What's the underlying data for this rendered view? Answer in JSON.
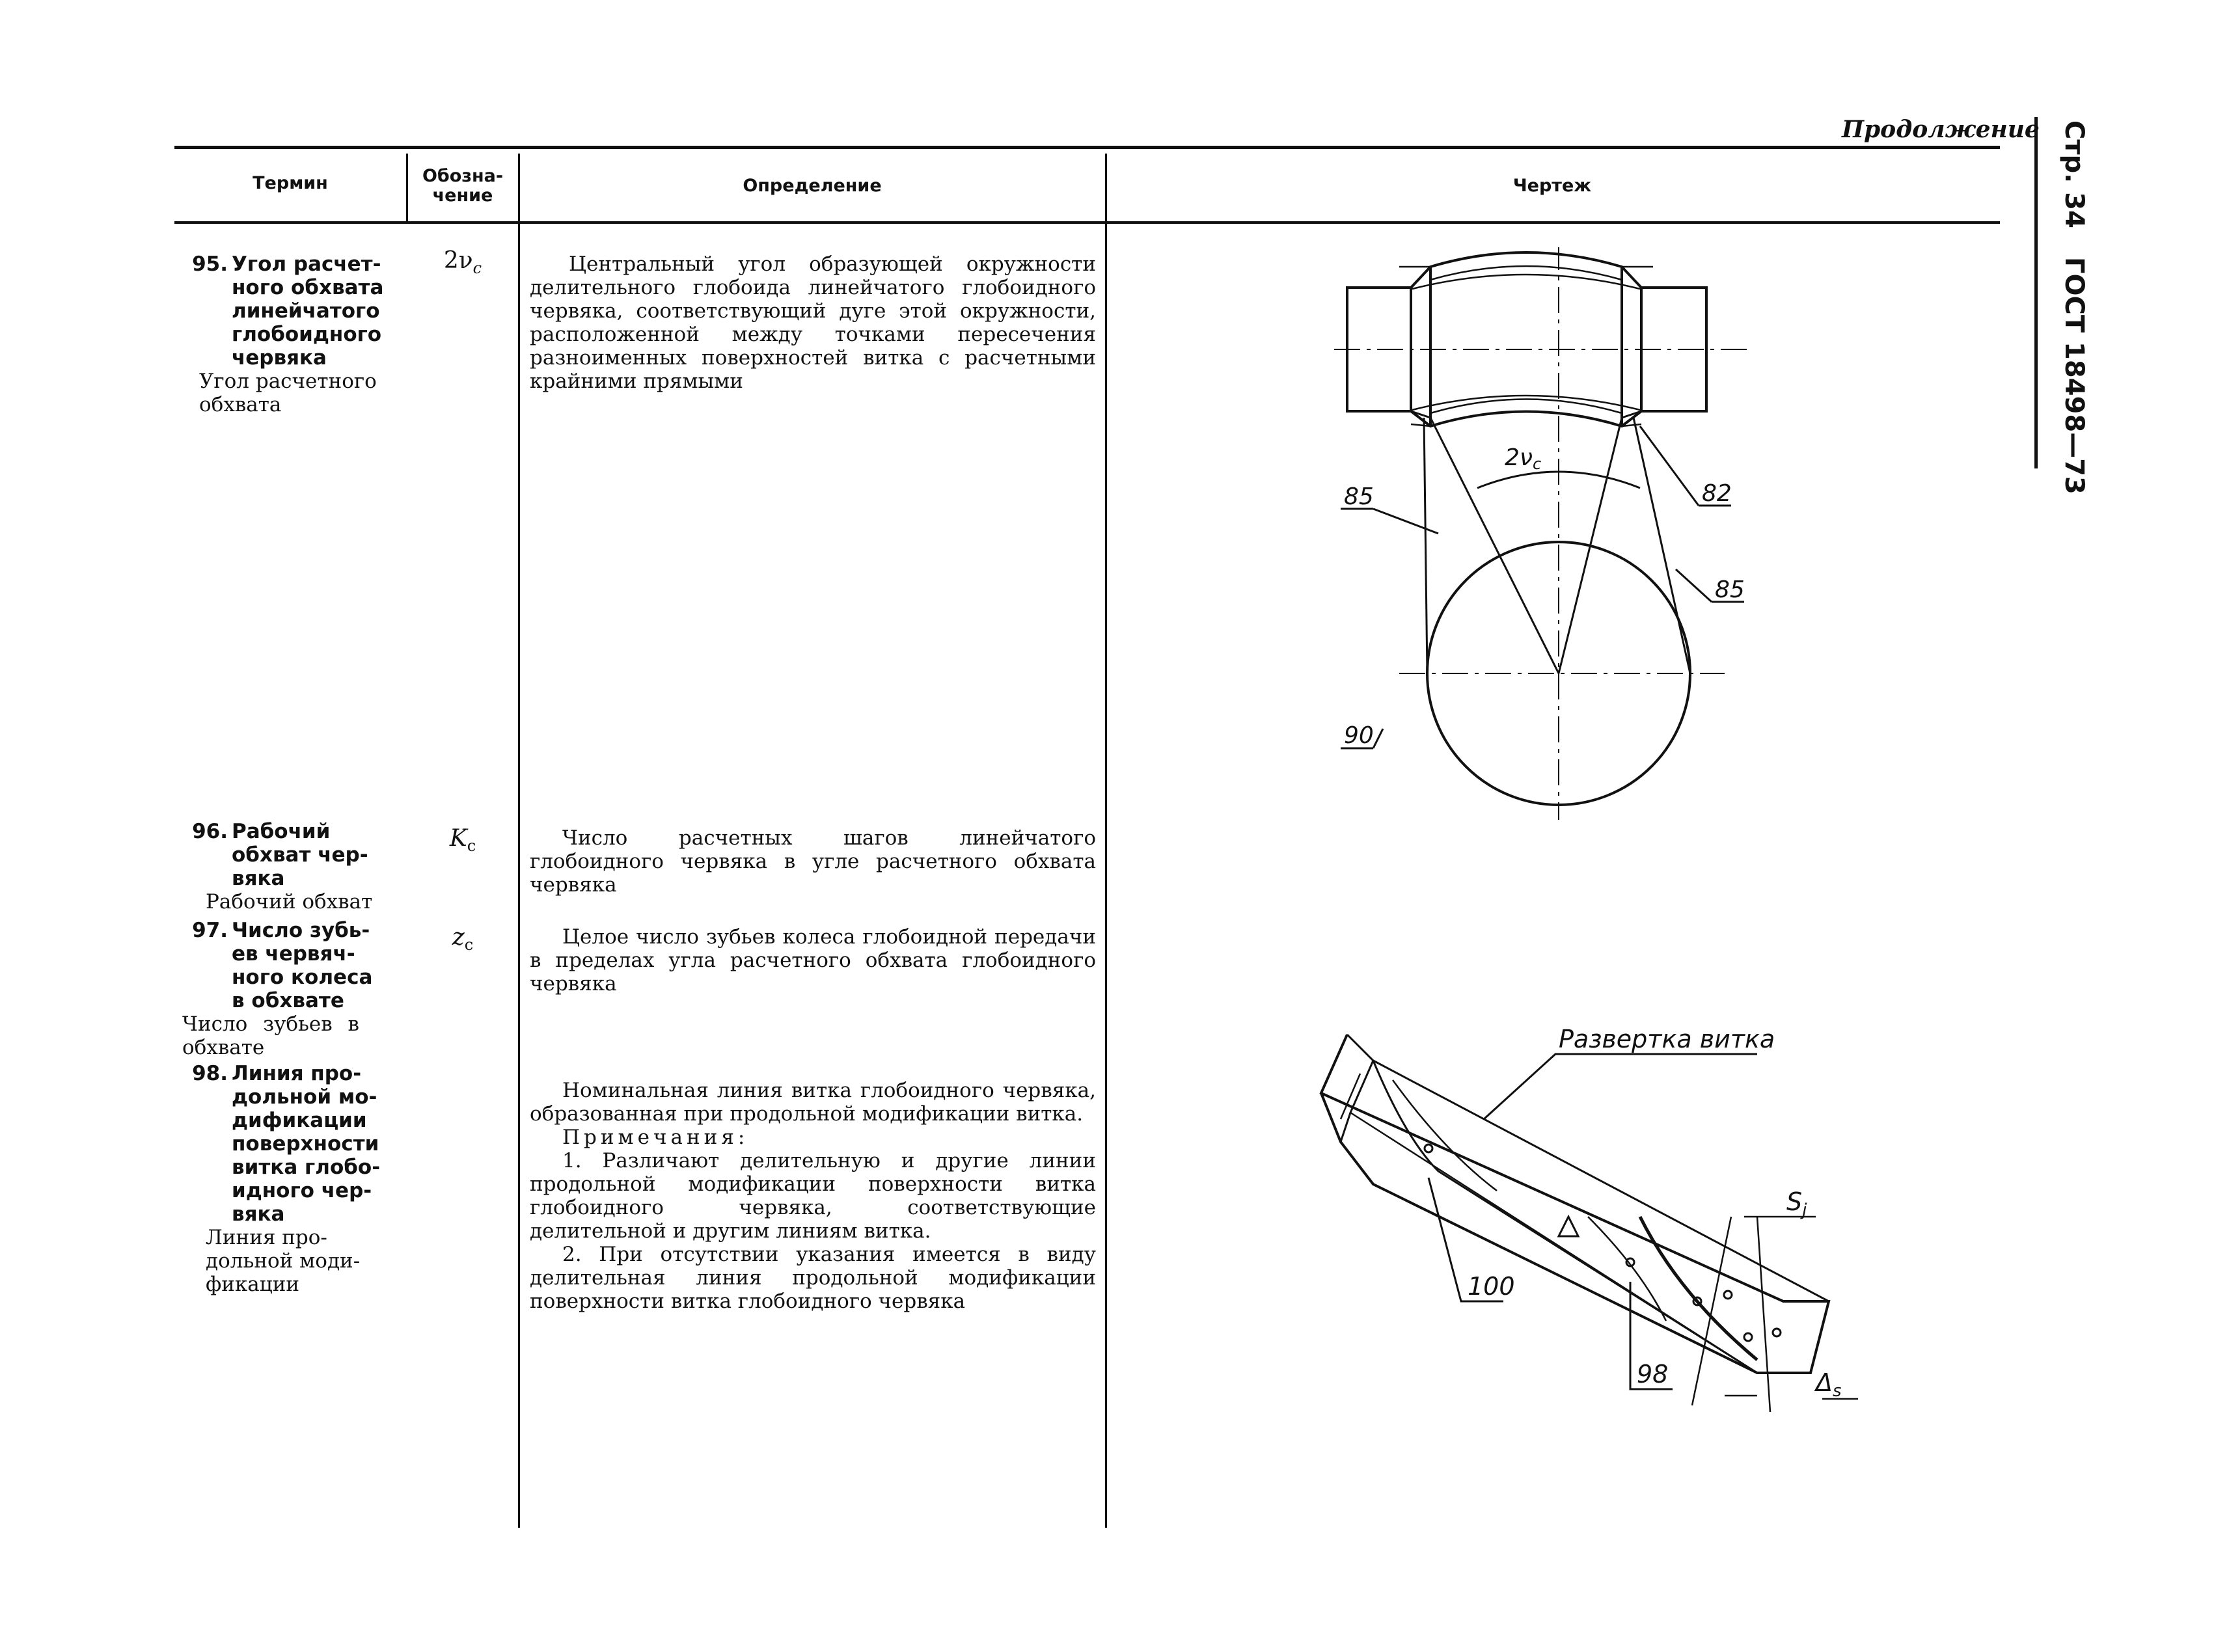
{
  "header": {
    "continuation": "Продолжение",
    "page": "Стр. 34",
    "standard": "ГОСТ 18498—73"
  },
  "columns": {
    "term": "Термин",
    "symbol_line1": "Обозна-",
    "symbol_line2": "чение",
    "definition": "Определение",
    "drawing": "Чертеж"
  },
  "rows": [
    {
      "num": "95.",
      "term_bold": [
        "Угол расчет-",
        "ного обхвата",
        "линейчатого",
        "глобоидного",
        "червяка"
      ],
      "term_short": [
        "Угол расчетного",
        "обхвата"
      ],
      "symbol": "2ν",
      "symbol_sub": "c",
      "definition": "Центральный угол образующей окружности делительного глобоида линейчатого глобоидного червяка, соответствующий дуге этой окружности, расположенной между точками пересечения разноименных поверхностей витка с расчетными крайними прямыми"
    },
    {
      "num": "96.",
      "term_bold": [
        "Рабочий",
        "обхват чер-",
        "вяка"
      ],
      "term_short": [
        "Рабочий обхват"
      ],
      "symbol": "K",
      "symbol_sub": "c",
      "definition": "Число расчетных шагов линейчатого глобоидного червяка в угле расчетного обхвата червяка"
    },
    {
      "num": "97.",
      "term_bold": [
        "Число зубь-",
        "ев червяч-",
        "ного колеса",
        "в обхвате"
      ],
      "term_short": [
        "Число зубьев в",
        "обхвате"
      ],
      "symbol": "z",
      "symbol_sub": "c",
      "definition": "Целое число зубьев колеса глобоидной передачи в пределах угла расчетного обхвата глобоидного червяка"
    },
    {
      "num": "98.",
      "term_bold": [
        "Линия про-",
        "дольной мо-",
        "дификации",
        "поверхности",
        "витка глобо-",
        "идного чер-",
        "вяка"
      ],
      "term_short": [
        "Линия про-",
        "дольной моди-",
        "фикации"
      ],
      "definition": "Номинальная линия витка глобоидного червяка, образованная при продольной модификации витка.",
      "notes_title": "Примечания:",
      "notes": [
        "1. Различают делительную и другие линии продольной модификации поверхности витка глобоидного червяка, соответствующие делительной и другим линиям витка.",
        "2. При отсутствии указания имеется в виду делительная линия продольной модификации поверхности витка глобоидного червяка"
      ]
    }
  ],
  "figure1": {
    "angle_label": "2ν",
    "angle_sub": "c",
    "labels": [
      "85",
      "82",
      "85",
      "90"
    ]
  },
  "figure2": {
    "caption": "Развертка витка",
    "labels": [
      "100",
      "98"
    ],
    "sj": "S",
    "sj_sub": "j",
    "ds": "Δ",
    "ds_sub": "s"
  }
}
